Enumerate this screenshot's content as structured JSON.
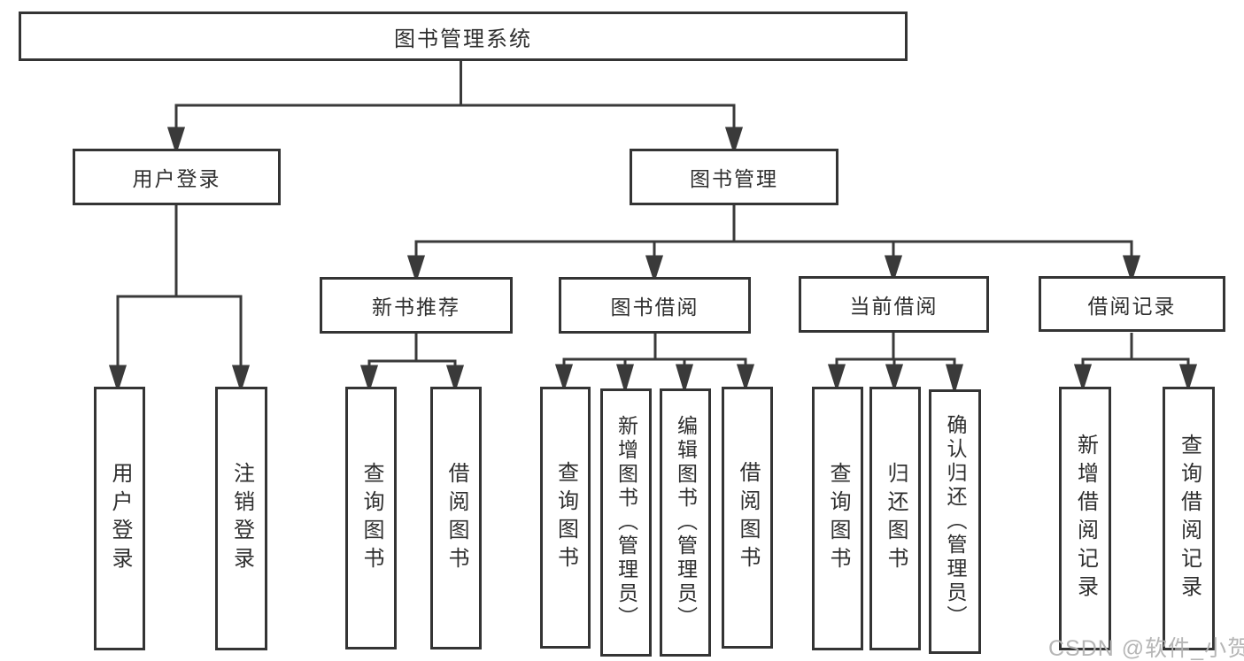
{
  "diagram": {
    "type": "tree",
    "root": {
      "label": "图书管理系统",
      "children": [
        {
          "label": "用户登录",
          "children": [
            {
              "label": "用户登录"
            },
            {
              "label": "注销登录"
            }
          ]
        },
        {
          "label": "图书管理",
          "children": [
            {
              "label": "新书推荐",
              "children": [
                {
                  "label": "查询图书"
                },
                {
                  "label": "借阅图书"
                }
              ]
            },
            {
              "label": "图书借阅",
              "children": [
                {
                  "label": "查询图书"
                },
                {
                  "label": "新增图书（管理员）"
                },
                {
                  "label": "编辑图书（管理员）"
                },
                {
                  "label": "借阅图书"
                }
              ]
            },
            {
              "label": "当前借阅",
              "children": [
                {
                  "label": "查询图书"
                },
                {
                  "label": "归还图书"
                },
                {
                  "label": "确认归还（管理员）"
                }
              ]
            },
            {
              "label": "借阅记录",
              "children": [
                {
                  "label": "新增借阅记录"
                },
                {
                  "label": "查询借阅记录"
                }
              ]
            }
          ]
        }
      ]
    },
    "colors": {
      "line": "#3a3a3a",
      "box_border": "#343434",
      "text": "#2f2f2f",
      "watermark": "#b3b3b3",
      "background": "#ffffff"
    },
    "watermark": "CSDN @软件_小贺同学"
  }
}
